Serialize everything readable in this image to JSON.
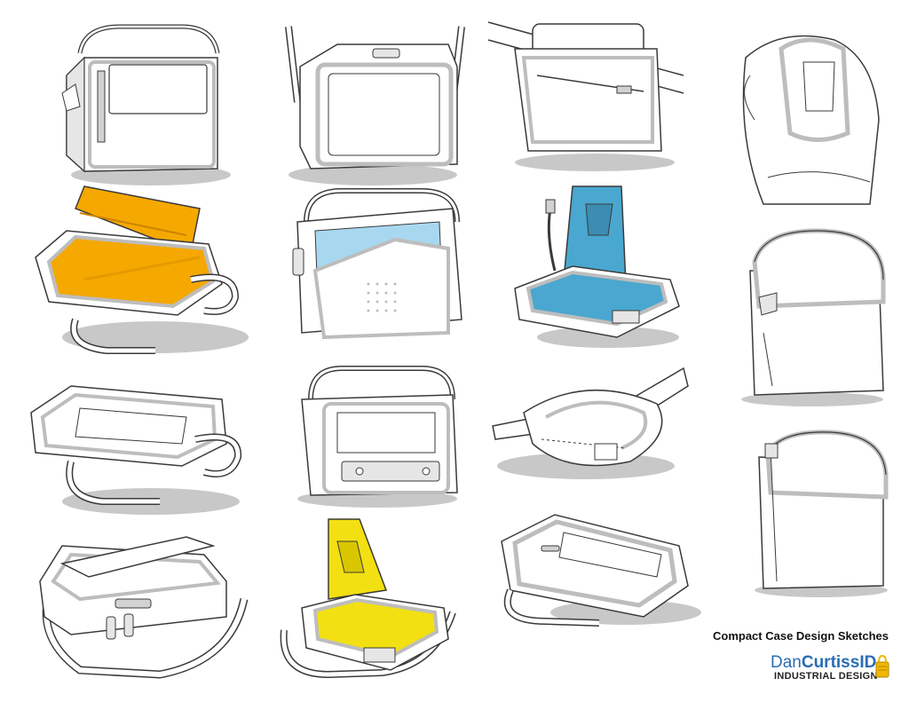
{
  "caption": "Compact Case Design Sketches",
  "logo": {
    "name_part1": "Dan",
    "name_part2": "CurtissID",
    "tagline": "Industrial Design",
    "text_color": "#2a6db3",
    "mark_color": "#f2b705"
  },
  "colors": {
    "outline": "#3a3a3a",
    "panel": "#ffffff",
    "shade": "#d2d2d2",
    "trim": "#bdbdbd",
    "drop_shadow": "#c8c8c8",
    "orange_lining": "#f5a800",
    "blue_lining": "#4aa7cf",
    "light_blue_lining": "#a8d8f0",
    "yellow_lining": "#f2e012"
  },
  "sketches": [
    {
      "name": "messenger-bag-front-pocket",
      "lining": "none"
    },
    {
      "name": "messenger-bag-front-panel",
      "lining": "none"
    },
    {
      "name": "pouch-on-bar",
      "lining": "none"
    },
    {
      "name": "tall-case-rear",
      "lining": "none"
    },
    {
      "name": "clamshell-case-open-orange",
      "lining": "orange"
    },
    {
      "name": "messenger-bag-open-blue",
      "lining": "light-blue"
    },
    {
      "name": "case-open-with-clip-blue",
      "lining": "blue"
    },
    {
      "name": "tall-case-flap-top",
      "lining": "none"
    },
    {
      "name": "clamshell-case-closed",
      "lining": "none"
    },
    {
      "name": "messenger-bag-flap-open",
      "lining": "none"
    },
    {
      "name": "strap-mount-case",
      "lining": "none"
    },
    {
      "name": "tall-case-flap-side",
      "lining": "none"
    },
    {
      "name": "case-with-handle-top",
      "lining": "none"
    },
    {
      "name": "case-open-yellow",
      "lining": "yellow"
    },
    {
      "name": "case-closed-side-zip",
      "lining": "none"
    }
  ]
}
